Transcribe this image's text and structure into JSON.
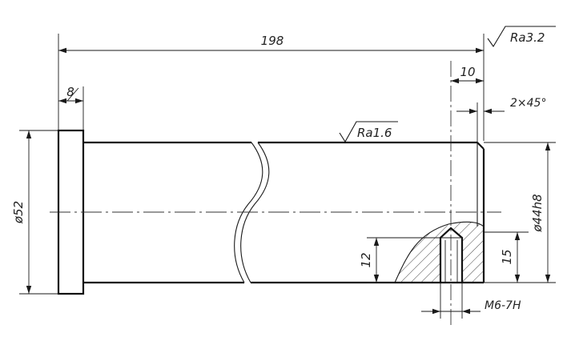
{
  "dimensions": {
    "overall_length": "198",
    "flange_width": "8",
    "bore_offset": "10",
    "chamfer": "2×45°",
    "flange_diameter": "ø52",
    "shaft_diameter": "ø44h8",
    "thread_depth_left": "12",
    "thread_depth_right": "15",
    "thread_spec": "M6-7H"
  },
  "surface_finish": {
    "general": "Ra3.2",
    "shaft_surface": "Ra1.6"
  },
  "colors": {
    "line": "#1a1a1a",
    "hatch": "#333333",
    "background": "#ffffff"
  }
}
